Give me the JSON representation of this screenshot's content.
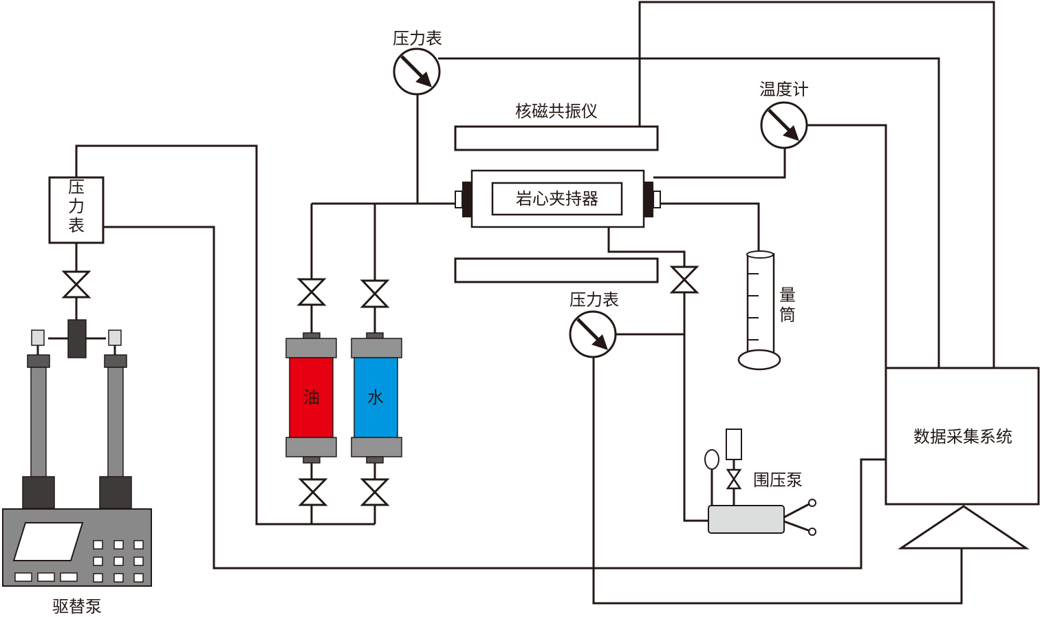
{
  "labels": {
    "gauge_top": "压力表",
    "nmr": "核磁共振仪",
    "thermometer": "温度计",
    "core_holder": "岩心夹持器",
    "gauge_left": "压力表",
    "gauge_mid": "压力表",
    "cylinder": "量筒",
    "oil": "油",
    "water": "水",
    "confining_pump": "围压泵",
    "daq": "数据采集系统",
    "displacement_pump": "驱替泵"
  },
  "colors": {
    "line": "#231815",
    "oil": "#e60012",
    "water": "#0097e0",
    "cap_gray": "#939393",
    "pump_gray": "#898989",
    "dark": "#3e3a39"
  }
}
